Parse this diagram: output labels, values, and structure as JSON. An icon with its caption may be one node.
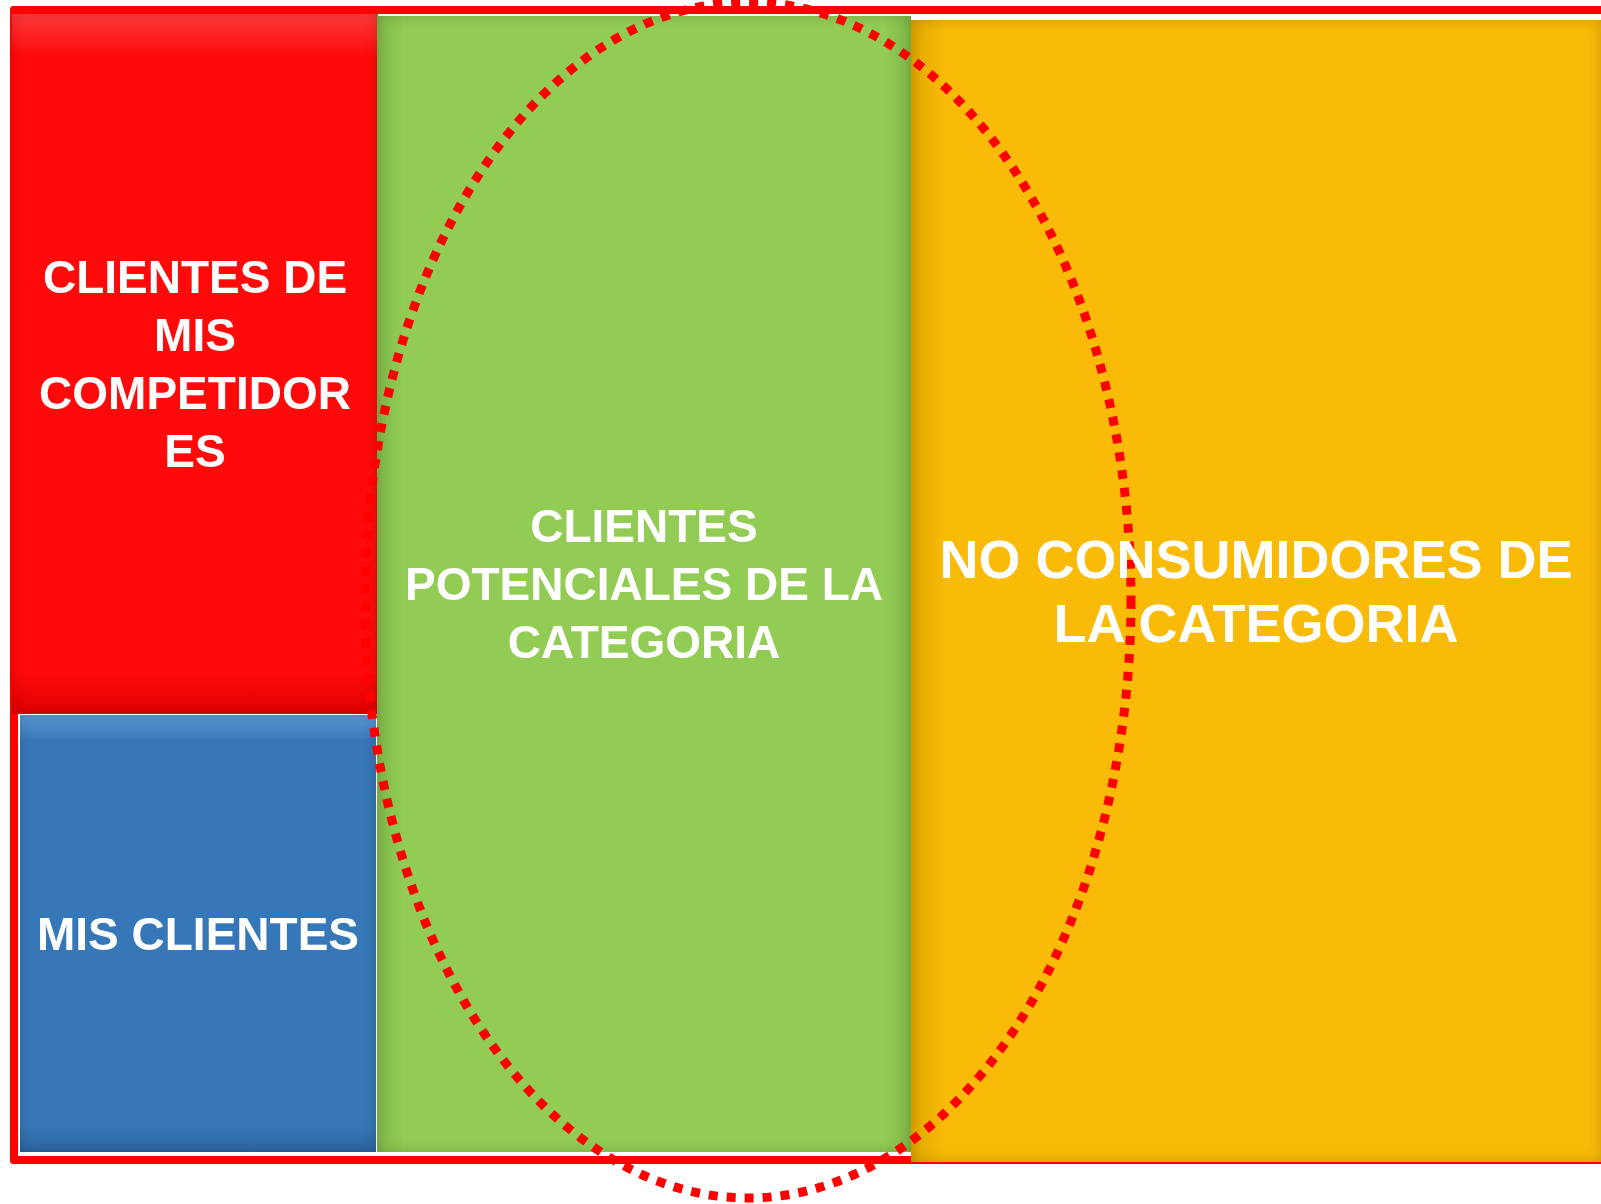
{
  "diagram": {
    "nodes": [
      {
        "text": [
          "CLIENTES DE MIS COMPETIDORES"
        ]
      },
      {
        "text": [
          "MIS CLIENTES"
        ]
      },
      {
        "text": [
          "CLIENTES POTENCIALES DE LA CATEGORIA"
        ]
      },
      {
        "text": [
          "NO CONSUMIDORES DE LA CATEGORIA"
        ]
      }
    ]
  }
}
